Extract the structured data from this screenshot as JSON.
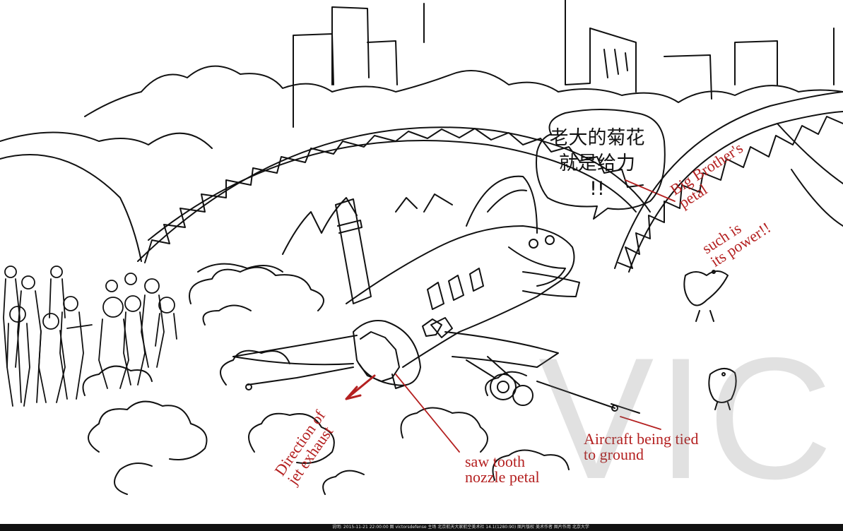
{
  "speech_bubble": {
    "line1": "老大的菊花",
    "line2": "就是给力",
    "line3": "!!"
  },
  "annotations": {
    "big_brother": "Big Brother's\npetal",
    "power": "such is\nits power!!",
    "exhaust": "Direction of\njet exhaust",
    "saw_tooth": "saw tooth\nnozzle petal",
    "tied": "Aircraft being tied\nto ground"
  },
  "watermark": "VIC",
  "footer_text": "说明: 2015-11-21 22:00:00 图 victorsdefense 主场 北京航天大家航空美术社 14.1(1280:90) 图片版权 美术作者 图片作用 北京大学",
  "colors": {
    "ink": "#111111",
    "annotation": "#b42020",
    "watermark": "#787878",
    "background": "#ffffff"
  }
}
